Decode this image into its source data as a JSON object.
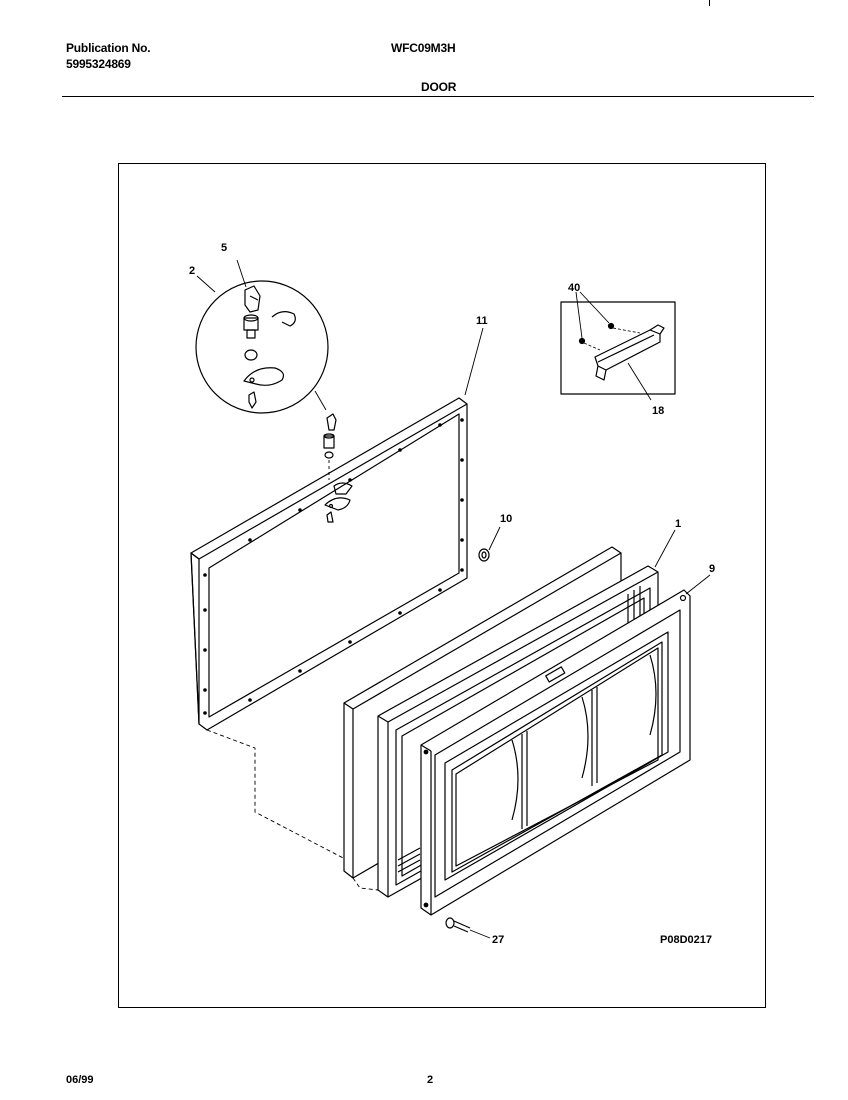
{
  "header": {
    "pub_label": "Publication No.",
    "pub_number": "5995324869",
    "model": "WFC09M3H",
    "section": "DOOR"
  },
  "diagram": {
    "callouts": {
      "c5": "5",
      "c2": "2",
      "c11": "11",
      "c40": "40",
      "c18": "18",
      "c10": "10",
      "c1": "1",
      "c9": "9",
      "c27": "27"
    },
    "drawing_code": "P08D0217"
  },
  "footer": {
    "date": "06/99",
    "page": "2"
  }
}
